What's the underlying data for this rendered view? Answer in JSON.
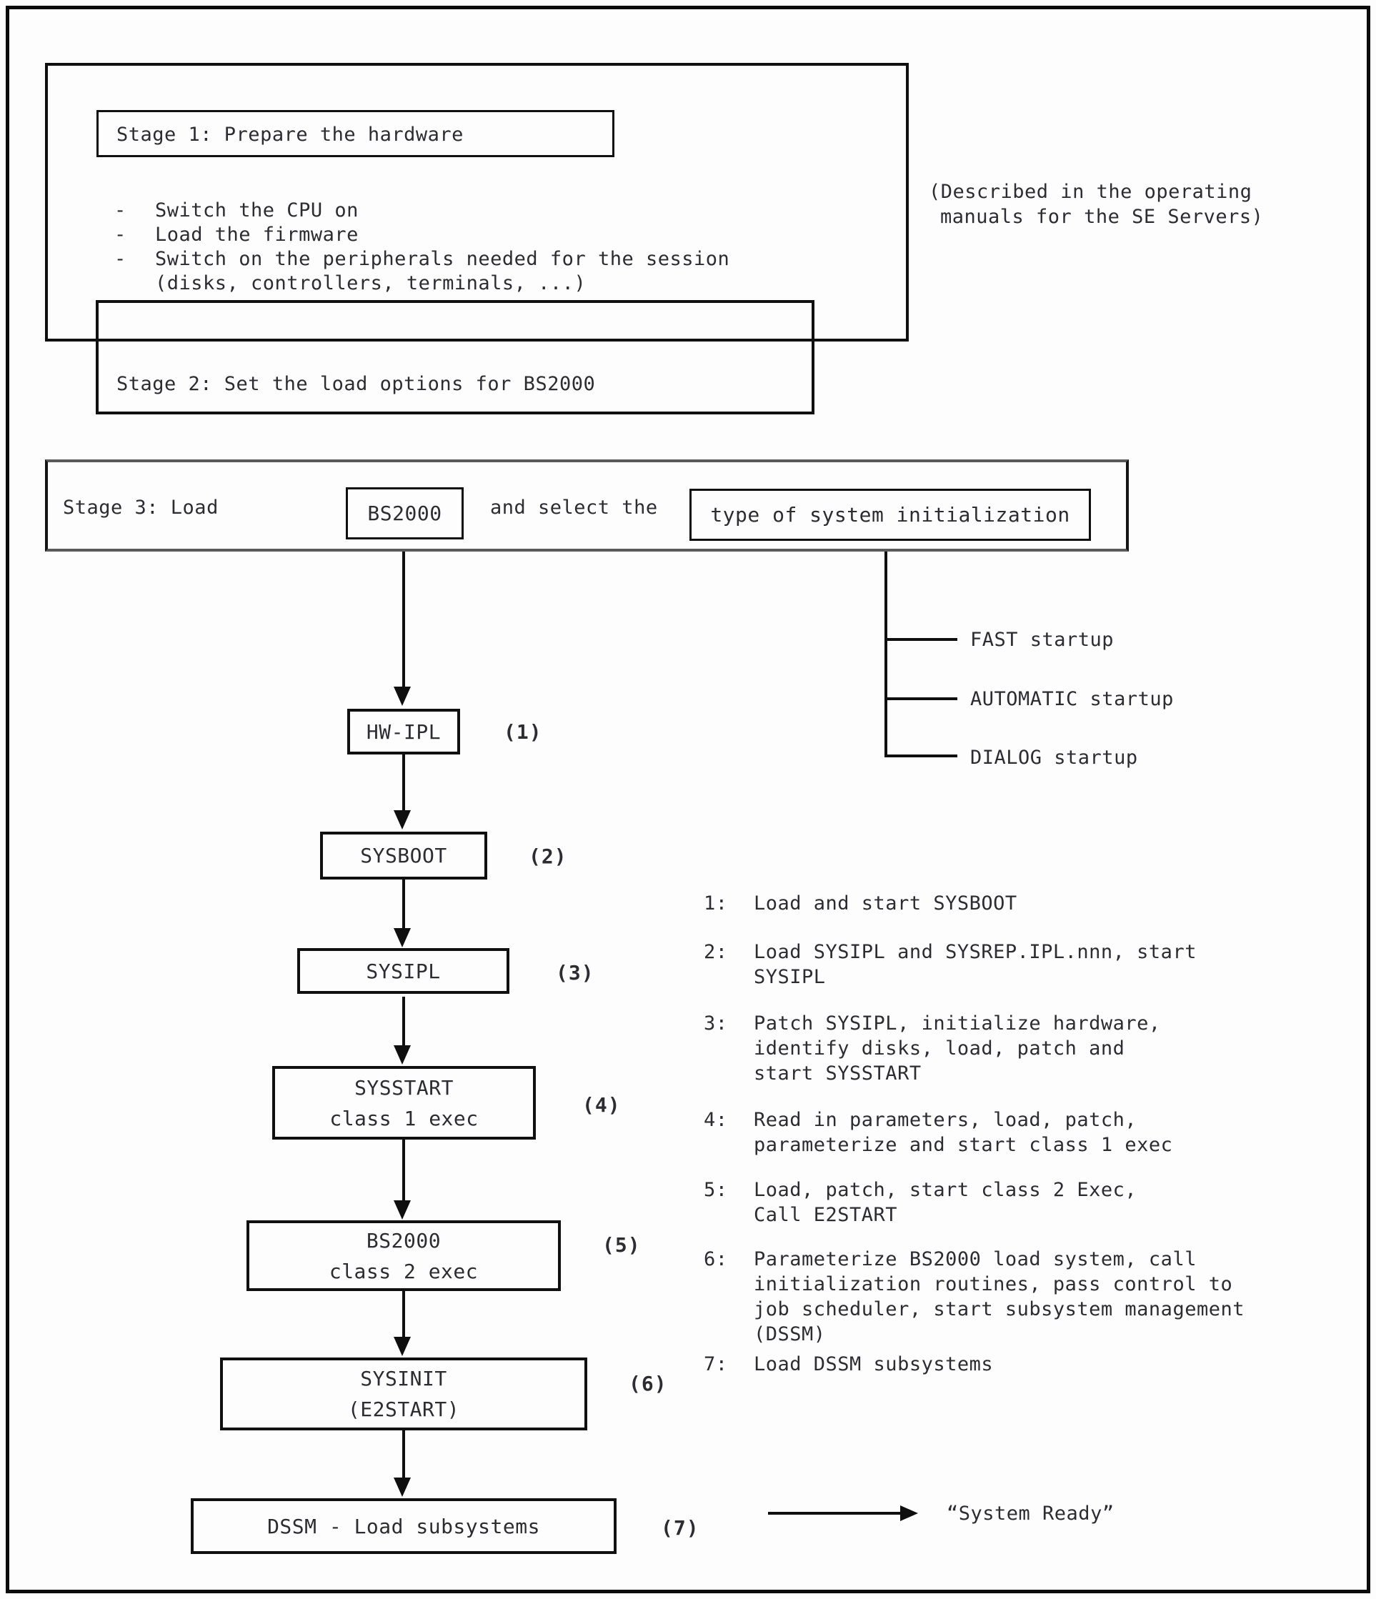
{
  "colors": {
    "ink": "#2c2c31",
    "line": "#0f0f0f",
    "background": "#fdfdfd",
    "stage3_border_horizontal": "#5a5a5a"
  },
  "stage1": {
    "title": "Stage 1: Prepare the hardware",
    "bullet_dash": "-",
    "bullets": [
      "Switch the CPU on",
      "Load the firmware",
      "Switch on the peripherals needed for the session"
    ],
    "bullet_continuation": "(disks, controllers, terminals, ...)",
    "side_note": [
      "(Described in the operating",
      "manuals for the SE Servers)"
    ]
  },
  "stage2": {
    "title": "Stage 2: Set the load options for BS2000"
  },
  "stage3": {
    "prefix": "Stage 3: Load",
    "load_target": "BS2000",
    "connector": "and select the",
    "selection": "type of system initialization"
  },
  "startup_options": [
    "FAST startup",
    "AUTOMATIC startup",
    "DIALOG startup"
  ],
  "flow": [
    {
      "label": "HW-IPL",
      "step": "(1)"
    },
    {
      "label": "SYSBOOT",
      "step": "(2)"
    },
    {
      "label": "SYSIPL",
      "step": "(3)"
    },
    {
      "label": "SYSSTART",
      "sublabel": "class 1 exec",
      "step": "(4)"
    },
    {
      "label": "BS2000",
      "sublabel": "class 2 exec",
      "step": "(5)"
    },
    {
      "label": "SYSINIT",
      "sublabel": "(E2START)",
      "step": "(6)"
    },
    {
      "label": "DSSM - Load subsystems",
      "step": "(7)"
    }
  ],
  "notes": [
    {
      "num": "1:",
      "lines": [
        "Load and start SYSBOOT"
      ]
    },
    {
      "num": "2:",
      "lines": [
        "Load SYSIPL and SYSREP.IPL.nnn, start",
        "SYSIPL"
      ]
    },
    {
      "num": "3:",
      "lines": [
        "Patch SYSIPL, initialize hardware,",
        "identify disks, load, patch and",
        "start SYSSTART"
      ]
    },
    {
      "num": "4:",
      "lines": [
        "Read in parameters, load, patch,",
        "parameterize and start class 1 exec"
      ]
    },
    {
      "num": "5:",
      "lines": [
        "Load, patch, start class 2 Exec,",
        "Call E2START"
      ]
    },
    {
      "num": "6:",
      "lines": [
        "Parameterize BS2000 load system, call",
        "initialization routines, pass control to",
        "job scheduler, start subsystem management",
        "(DSSM)"
      ]
    },
    {
      "num": "7:",
      "lines": [
        "Load DSSM subsystems"
      ]
    }
  ],
  "system_ready": "“System Ready”"
}
